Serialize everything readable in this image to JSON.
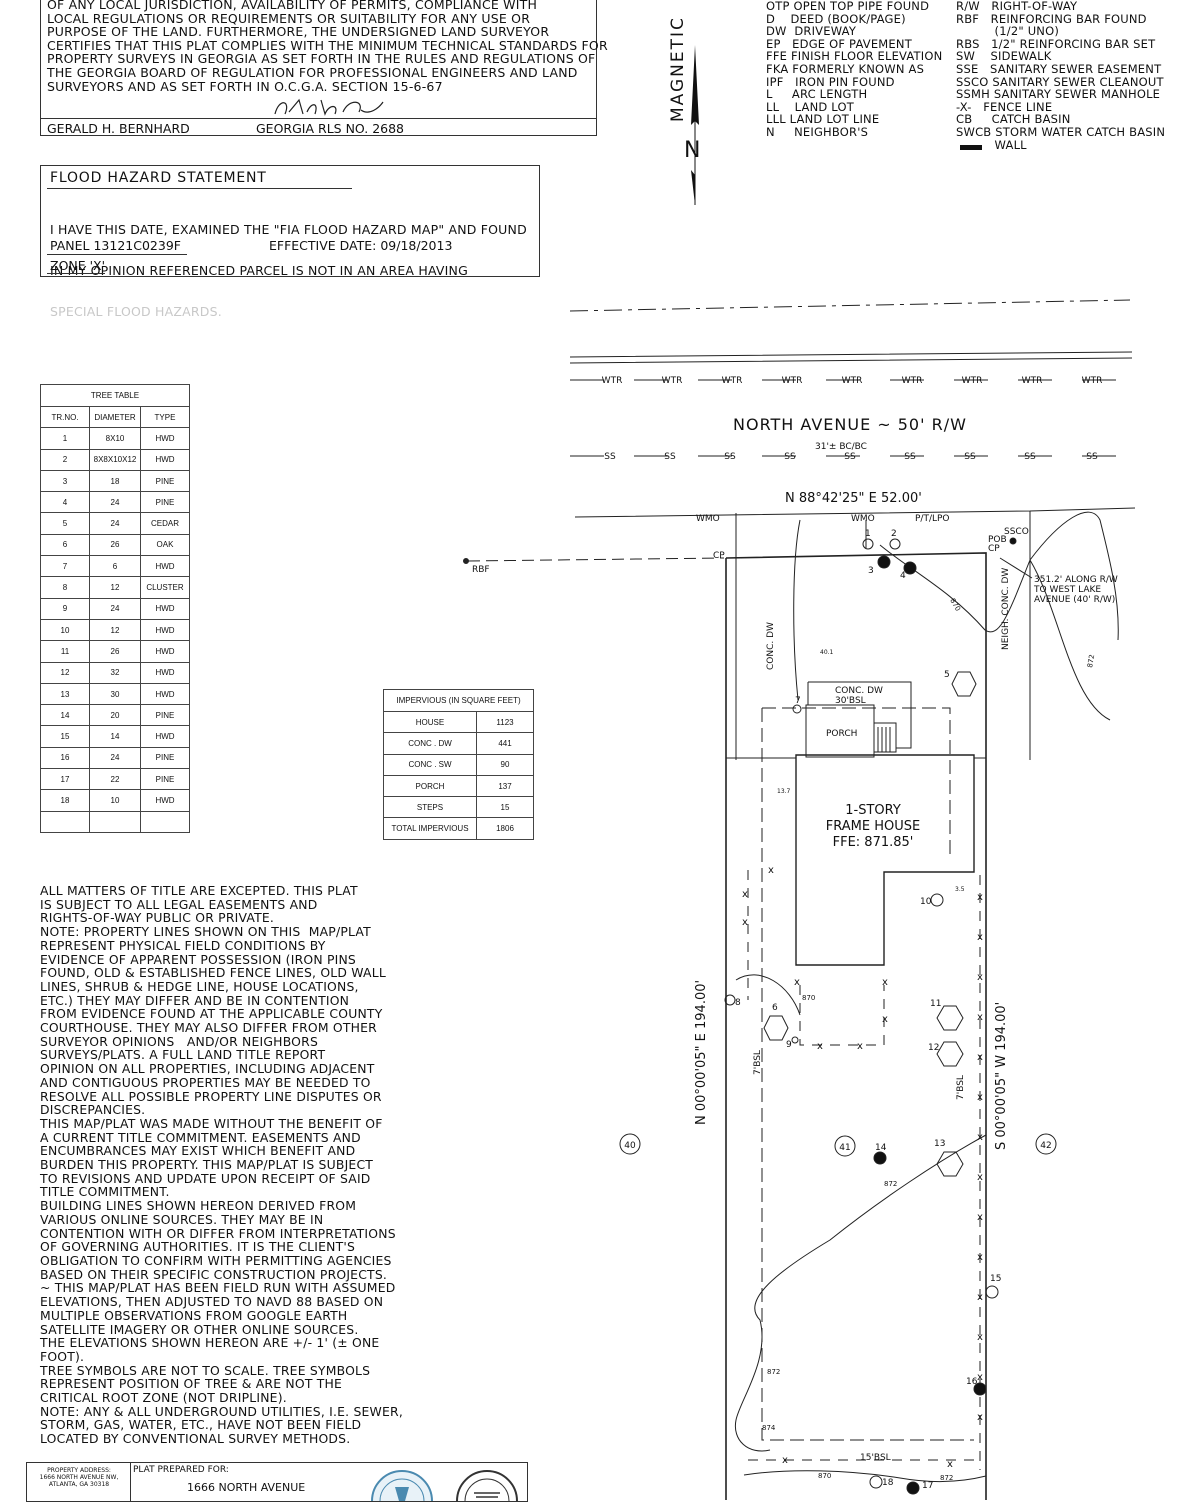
{
  "certification": {
    "lines": [
      "OF ANY LOCAL JURISDICTION, AVAILABILITY OF PERMITS, COMPLIANCE WITH",
      "LOCAL REGULATIONS OR REQUIREMENTS OR SUITABILITY FOR ANY USE OR",
      "PURPOSE OF THE LAND. FURTHERMORE, THE UNDERSIGNED LAND SURVEYOR",
      "CERTIFIES THAT THIS PLAT COMPLIES WITH THE MINIMUM TECHNICAL STANDARDS FOR",
      "PROPERTY SURVEYS IN GEORGIA AS SET FORTH IN THE RULES AND REGULATIONS OF",
      "THE GEORGIA BOARD OF REGULATION FOR PROFESSIONAL ENGINEERS AND LAND",
      "SURVEYORS AND AS SET FORTH IN O.C.G.A. SECTION 15-6-67"
    ],
    "surveyor_name": "GERALD H. BERNHARD",
    "registration": "GEORGIA RLS NO. 2688"
  },
  "flood": {
    "title": "FLOOD HAZARD STATEMENT",
    "line1": "I HAVE THIS DATE, EXAMINED THE \"FIA FLOOD HAZARD MAP\" AND FOUND",
    "line2": "IN MY OPINION REFERENCED PARCEL IS NOT IN AN AREA HAVING",
    "line3": "SPECIAL FLOOD HAZARDS.",
    "panel": "PANEL  13121C0239F",
    "effective": "EFFECTIVE DATE: 09/18/2013",
    "zone": "ZONE 'X'"
  },
  "tree_table": {
    "title": "TREE TABLE",
    "headers": [
      "TR.NO.",
      "DIAMETER",
      "TYPE"
    ],
    "rows": [
      [
        "1",
        "8X10",
        "HWD"
      ],
      [
        "2",
        "8X8X10X12",
        "HWD"
      ],
      [
        "3",
        "18",
        "PINE"
      ],
      [
        "4",
        "24",
        "PINE"
      ],
      [
        "5",
        "24",
        "CEDAR"
      ],
      [
        "6",
        "26",
        "OAK"
      ],
      [
        "7",
        "6",
        "HWD"
      ],
      [
        "8",
        "12",
        "CLUSTER"
      ],
      [
        "9",
        "24",
        "HWD"
      ],
      [
        "10",
        "12",
        "HWD"
      ],
      [
        "11",
        "26",
        "HWD"
      ],
      [
        "12",
        "32",
        "HWD"
      ],
      [
        "13",
        "30",
        "HWD"
      ],
      [
        "14",
        "20",
        "PINE"
      ],
      [
        "15",
        "14",
        "HWD"
      ],
      [
        "16",
        "24",
        "PINE"
      ],
      [
        "17",
        "22",
        "PINE"
      ],
      [
        "18",
        "10",
        "HWD"
      ]
    ]
  },
  "impervious_table": {
    "title": "IMPERVIOUS (IN SQUARE FEET)",
    "rows": [
      [
        "HOUSE",
        "1123"
      ],
      [
        "CONC . DW",
        "441"
      ],
      [
        "CONC . SW",
        "90"
      ],
      [
        "PORCH",
        "137"
      ],
      [
        "STEPS",
        "15"
      ],
      [
        "TOTAL IMPERVIOUS",
        "1806"
      ]
    ]
  },
  "legend_left": [
    "OTP OPEN TOP PIPE FOUND",
    "D    DEED (BOOK/PAGE)",
    "DW  DRIVEWAY",
    "EP   EDGE OF PAVEMENT",
    "FFE FINISH FLOOR ELEVATION",
    "FKA FORMERLY KNOWN AS",
    "IPF   IRON PIN FOUND",
    "L     ARC LENGTH",
    "LL    LAND LOT",
    "LLL LAND LOT LINE",
    "N     NEIGHBOR'S"
  ],
  "legend_right": [
    "R/W   RIGHT-OF-WAY",
    "RBF   REINFORCING BAR FOUND",
    "          (1/2\" UNO)",
    "RBS   1/2\" REINFORCING BAR SET",
    "SW    SIDEWALK",
    "SSE   SANITARY SEWER EASEMENT",
    "SSCO SANITARY SEWER CLEANOUT",
    "SSMH SANITARY SEWER MANHOLE",
    "-X-   FENCE LINE",
    "CB     CATCH BASIN",
    "SWCB STORM WATER CATCH BASIN",
    "          WALL"
  ],
  "north_arrow": {
    "label": "MAGNETIC",
    "letter": "N"
  },
  "notes": [
    "ALL MATTERS OF TITLE ARE EXCEPTED. THIS PLAT",
    "IS SUBJECT TO ALL LEGAL EASEMENTS AND",
    "RIGHTS-OF-WAY PUBLIC OR PRIVATE.",
    "NOTE: PROPERTY LINES SHOWN ON THIS  MAP/PLAT",
    "REPRESENT PHYSICAL FIELD CONDITIONS BY",
    "EVIDENCE OF APPARENT POSSESSION (IRON PINS",
    "FOUND, OLD & ESTABLISHED FENCE LINES, OLD WALL",
    "LINES, SHRUB & HEDGE LINE, HOUSE LOCATIONS,",
    "ETC.) THEY MAY DIFFER AND BE IN CONTENTION",
    "FROM EVIDENCE FOUND AT THE APPLICABLE COUNTY",
    "COURTHOUSE. THEY MAY ALSO DIFFER FROM OTHER",
    "SURVEYOR OPINIONS   AND/OR NEIGHBORS",
    "SURVEYS/PLATS. A FULL LAND TITLE REPORT",
    "OPINION ON ALL PROPERTIES, INCLUDING ADJACENT",
    "AND CONTIGUOUS PROPERTIES MAY BE NEEDED TO",
    "RESOLVE ALL POSSIBLE PROPERTY LINE DISPUTES OR",
    "DISCREPANCIES.",
    "THIS MAP/PLAT WAS MADE WITHOUT THE BENEFIT OF",
    "A CURRENT TITLE COMMITMENT. EASEMENTS AND",
    "ENCUMBRANCES MAY EXIST WHICH BENEFIT AND",
    "BURDEN THIS PROPERTY. THIS MAP/PLAT IS SUBJECT",
    "TO REVISIONS AND UPDATE UPON RECEIPT OF SAID",
    "TITLE COMMITMENT.",
    "BUILDING LINES SHOWN HEREON DERIVED FROM",
    "VARIOUS ONLINE SOURCES. THEY MAY BE IN",
    "CONTENTION WITH OR DIFFER FROM INTERPRETATIONS",
    "OF GOVERNING AUTHORITIES. IT IS THE CLIENT'S",
    "OBLIGATION TO CONFIRM WITH PERMITTING AGENCIES",
    "BASED ON THEIR SPECIFIC CONSTRUCTION PROJECTS.",
    "~ THIS MAP/PLAT HAS BEEN FIELD RUN WITH ASSUMED",
    "ELEVATIONS, THEN ADJUSTED TO NAVD 88 BASED ON",
    "MULTIPLE OBSERVATIONS FROM GOOGLE EARTH",
    "SATELLITE IMAGERY OR OTHER ONLINE SOURCES.",
    "THE ELEVATIONS SHOWN HEREON ARE +/- 1' (± ONE",
    "FOOT).",
    "TREE SYMBOLS ARE NOT TO SCALE. TREE SYMBOLS",
    "REPRESENT POSITION OF TREE & ARE NOT THE",
    "CRITICAL ROOT ZONE (NOT DRIPLINE).",
    "NOTE: ANY & ALL UNDERGROUND UTILITIES, I.E. SEWER,",
    "STORM, GAS, WATER, ETC., HAVE NOT BEEN FIELD",
    "LOCATED BY CONVENTIONAL SURVEY METHODS."
  ],
  "plan": {
    "street": "NORTH AVENUE ~ 50' R/W",
    "curb": "31'± BC/BC",
    "wtr": "WTR",
    "ss": "SS",
    "bearing_top": "N 88°42'25\" E  52.00'",
    "bearing_left": "N 00°00'05\" E  194.00'",
    "bearing_right": "S 00°00'05\" W  194.00'",
    "rbf": "RBF",
    "cp": "CP",
    "pob": "POB",
    "ssco": "SSCO",
    "wmo": "WMO",
    "ptlpo": "P/T/LPO",
    "along": [
      "351.2' ALONG R/W",
      "TO WEST LAKE",
      "AVENUE (40' R/W)"
    ],
    "conc_dw": "CONC. DW",
    "neigh_dw": "NEIGH. CONC. DW",
    "conc_dw2": "CONC. DW",
    "bsl30": "30'BSL",
    "porch": "PORCH",
    "house": [
      "1-STORY",
      "FRAME HOUSE",
      "FFE: 871.85'"
    ],
    "bsl7": "7'BSL",
    "bsl15": "15'BSL",
    "c870": "870",
    "c872": "872",
    "c874": "874",
    "v401": "40.1",
    "v137": "13.7",
    "v35": "3.5",
    "lot40": "40",
    "lot41": "41",
    "lot42": "42",
    "fence_x": "x"
  },
  "title_block": {
    "address_label": "PROPERTY ADDRESS:",
    "address_lines": [
      "1666 NORTH AVENUE NW,",
      "ATLANTA, GA 30318"
    ],
    "prepared_for": "PLAT PREPARED FOR:",
    "client": "1666 NORTH AVENUE"
  }
}
